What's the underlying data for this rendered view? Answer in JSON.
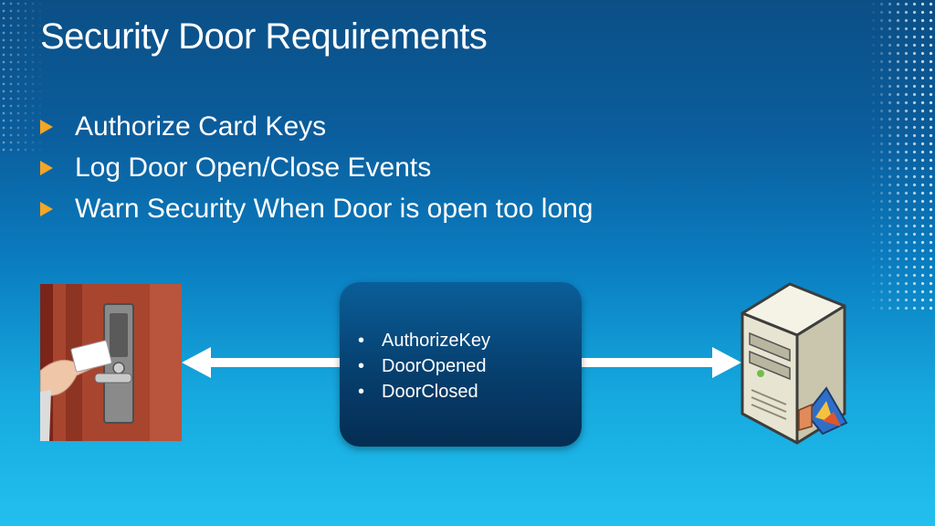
{
  "slide": {
    "title": "Security Door Requirements",
    "bullets": [
      "Authorize Card Keys",
      "Log Door Open/Close Events",
      "Warn Security When Door is open too long"
    ],
    "events_box": {
      "bullet_glyph": "•",
      "items": [
        "AuthorizeKey",
        "DoorOpened",
        "DoorClosed"
      ]
    },
    "icons": {
      "bullet_marker": "triangle-right-icon",
      "left_arrow": "arrow-left-icon",
      "right_arrow": "arrow-right-icon",
      "server": "server-tower-icon",
      "door_photo": "door-card-reader-photo"
    },
    "colors": {
      "accent": "#f5a623",
      "background_top": "#0b4f86",
      "background_bottom": "#22c0ee",
      "box_fill": "#063f6e",
      "text": "#ffffff"
    }
  }
}
